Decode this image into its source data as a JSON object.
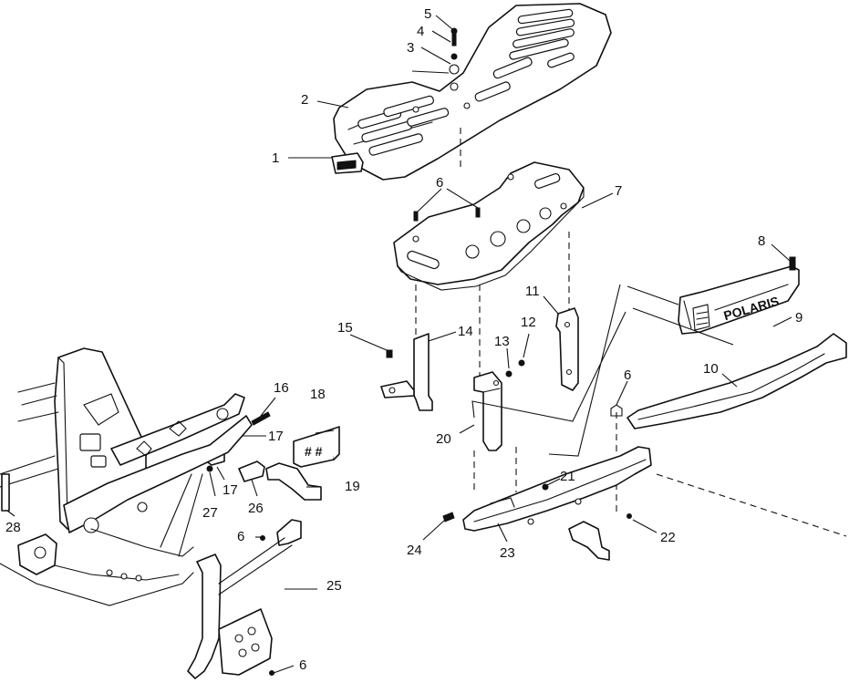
{
  "callouts": [
    "1",
    "2",
    "3",
    "4",
    "5",
    "6",
    "7",
    "8",
    "9",
    "10",
    "11",
    "12",
    "13",
    "14",
    "15",
    "16",
    "17",
    "18",
    "19",
    "20",
    "21",
    "22",
    "23",
    "24",
    "25",
    "26",
    "27",
    "28"
  ],
  "extra_callouts": {
    "six_b": "6",
    "six_c": "6",
    "six_d": "6",
    "seventeen_b": "17"
  },
  "emblem_text": "POLARIS",
  "decal_text": "# #",
  "colors": {
    "line": "#111111",
    "background": "#ffffff"
  }
}
